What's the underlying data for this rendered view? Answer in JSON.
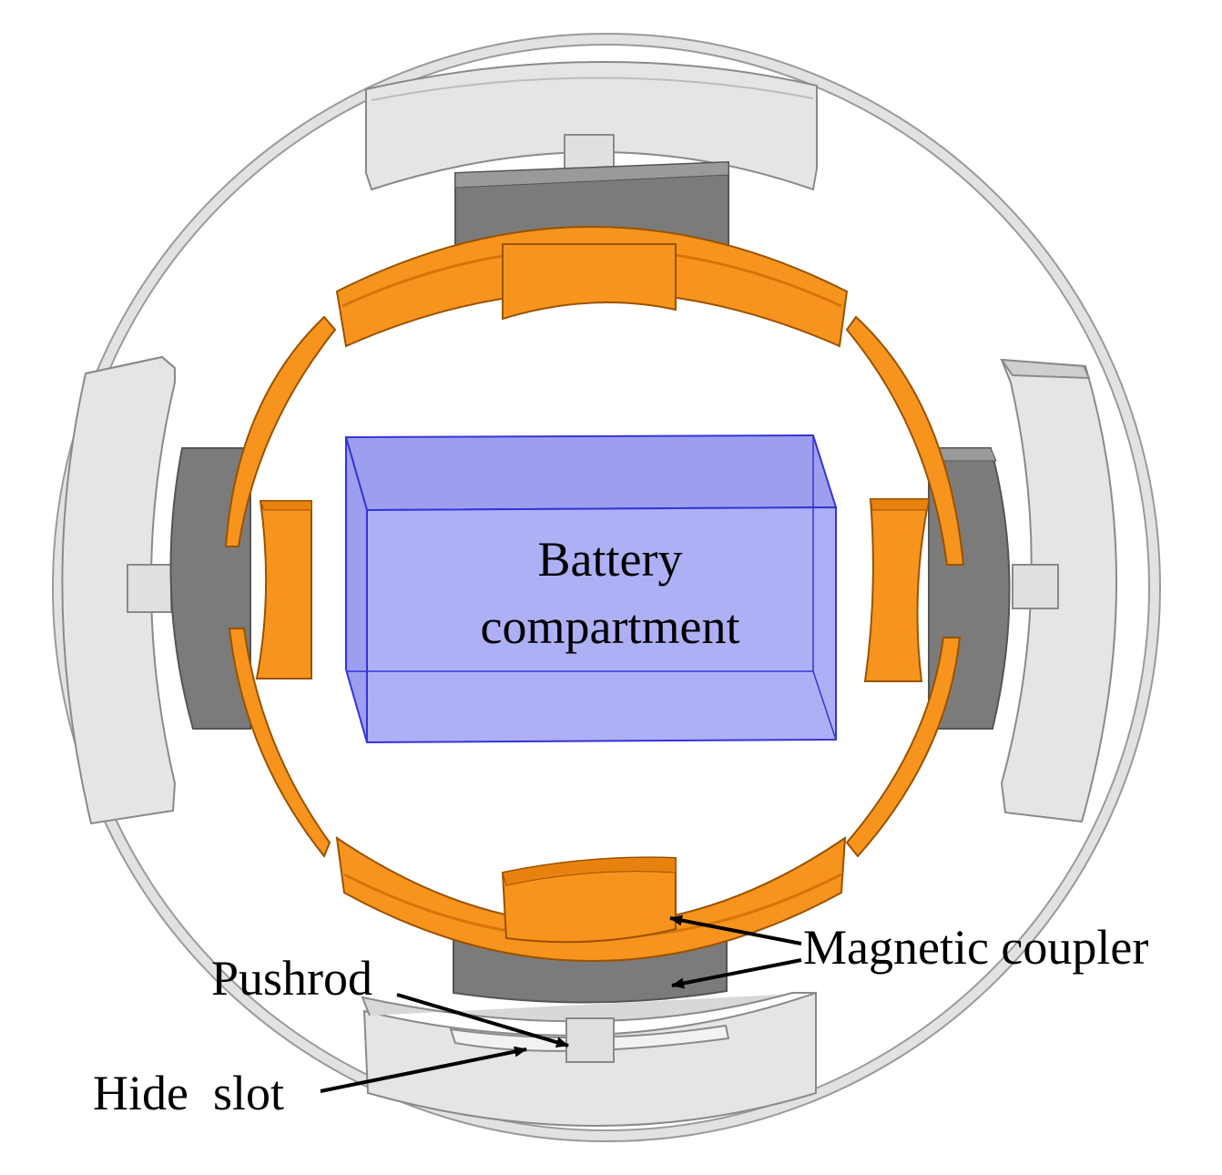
{
  "labels": {
    "battery_line1": "Battery",
    "battery_line2": "compartment",
    "magnetic_coupler": "Magnetic coupler",
    "pushrod": "Pushrod",
    "hide_slot": "Hide  slot"
  },
  "colors": {
    "outer_ring": "#d0d0d0",
    "light_gray": "#e6e6e6",
    "dark_gray": "#7a7a7a",
    "orange": "#f7941d",
    "orange_dark": "#d67408",
    "battery_fill": "#a9abf2",
    "battery_edge": "#3434d8"
  }
}
